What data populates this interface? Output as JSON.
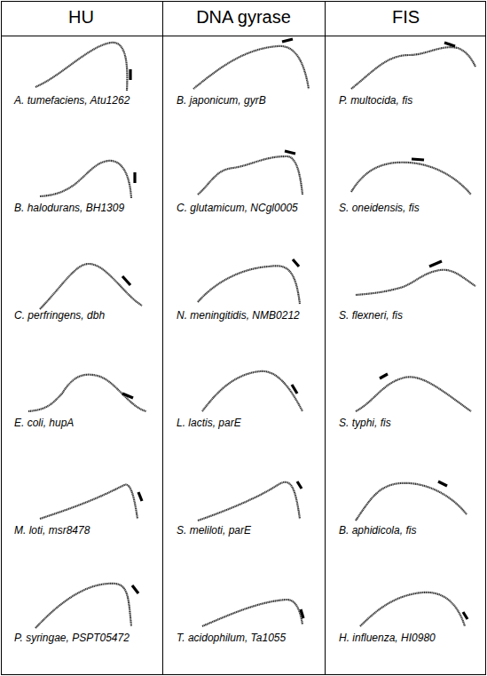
{
  "diagram": {
    "labels": [
      "HU",
      "DNA gyrase",
      "FIS",
      "A. tumefaciens, Atu1262",
      "B. japonicum, gyrB",
      "P. multocida, fis",
      "B. halodurans, BH1309",
      "C. glutamicum, NCgl0005",
      "S. oneidensis, fis",
      "C. perfringens, dbh",
      "N. meningitidis, NMB0212",
      "S. flexneri, fis",
      "E. coli, hupA",
      "L. lactis, parE",
      "S. typhi, fis",
      "M. loti, msr8478",
      "S. meliloti, parE",
      "B. aphidicola, fis",
      "P. syringae, PSPT05472",
      "T. acidophilum, Ta1055",
      "H. influenza, HI0980"
    ]
  }
}
